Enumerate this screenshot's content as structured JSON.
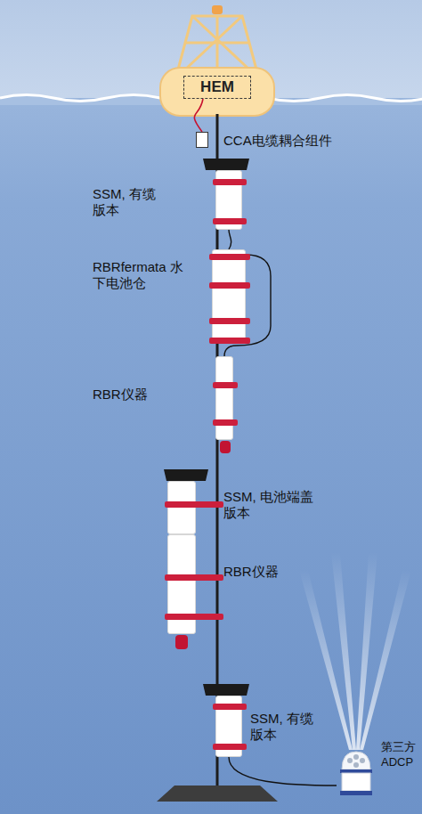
{
  "diagram": {
    "nodes": [
      {
        "text": [
          "HEM"
        ]
      },
      {
        "text": [
          "CCA电缆耦合组件"
        ]
      },
      {
        "text": [
          "SSM, 有缆版本"
        ]
      },
      {
        "text": [
          "RBRfermata 水下电池仓"
        ]
      },
      {
        "text": [
          "RBR仪器"
        ]
      },
      {
        "text": [
          "SSM, 电池端盖版本"
        ]
      },
      {
        "text": [
          "RBR仪器"
        ]
      },
      {
        "text": [
          "SSM, 有缆版本"
        ]
      },
      {
        "text": [
          "第三方 ADCP"
        ]
      }
    ],
    "edges": [
      {
        "from": 0,
        "to": 1,
        "arrow": "none"
      },
      {
        "from": 2,
        "to": 3,
        "arrow": "none"
      },
      {
        "from": 3,
        "to": 4,
        "arrow": "none"
      },
      {
        "from": 7,
        "to": 8,
        "arrow": "none"
      }
    ]
  }
}
